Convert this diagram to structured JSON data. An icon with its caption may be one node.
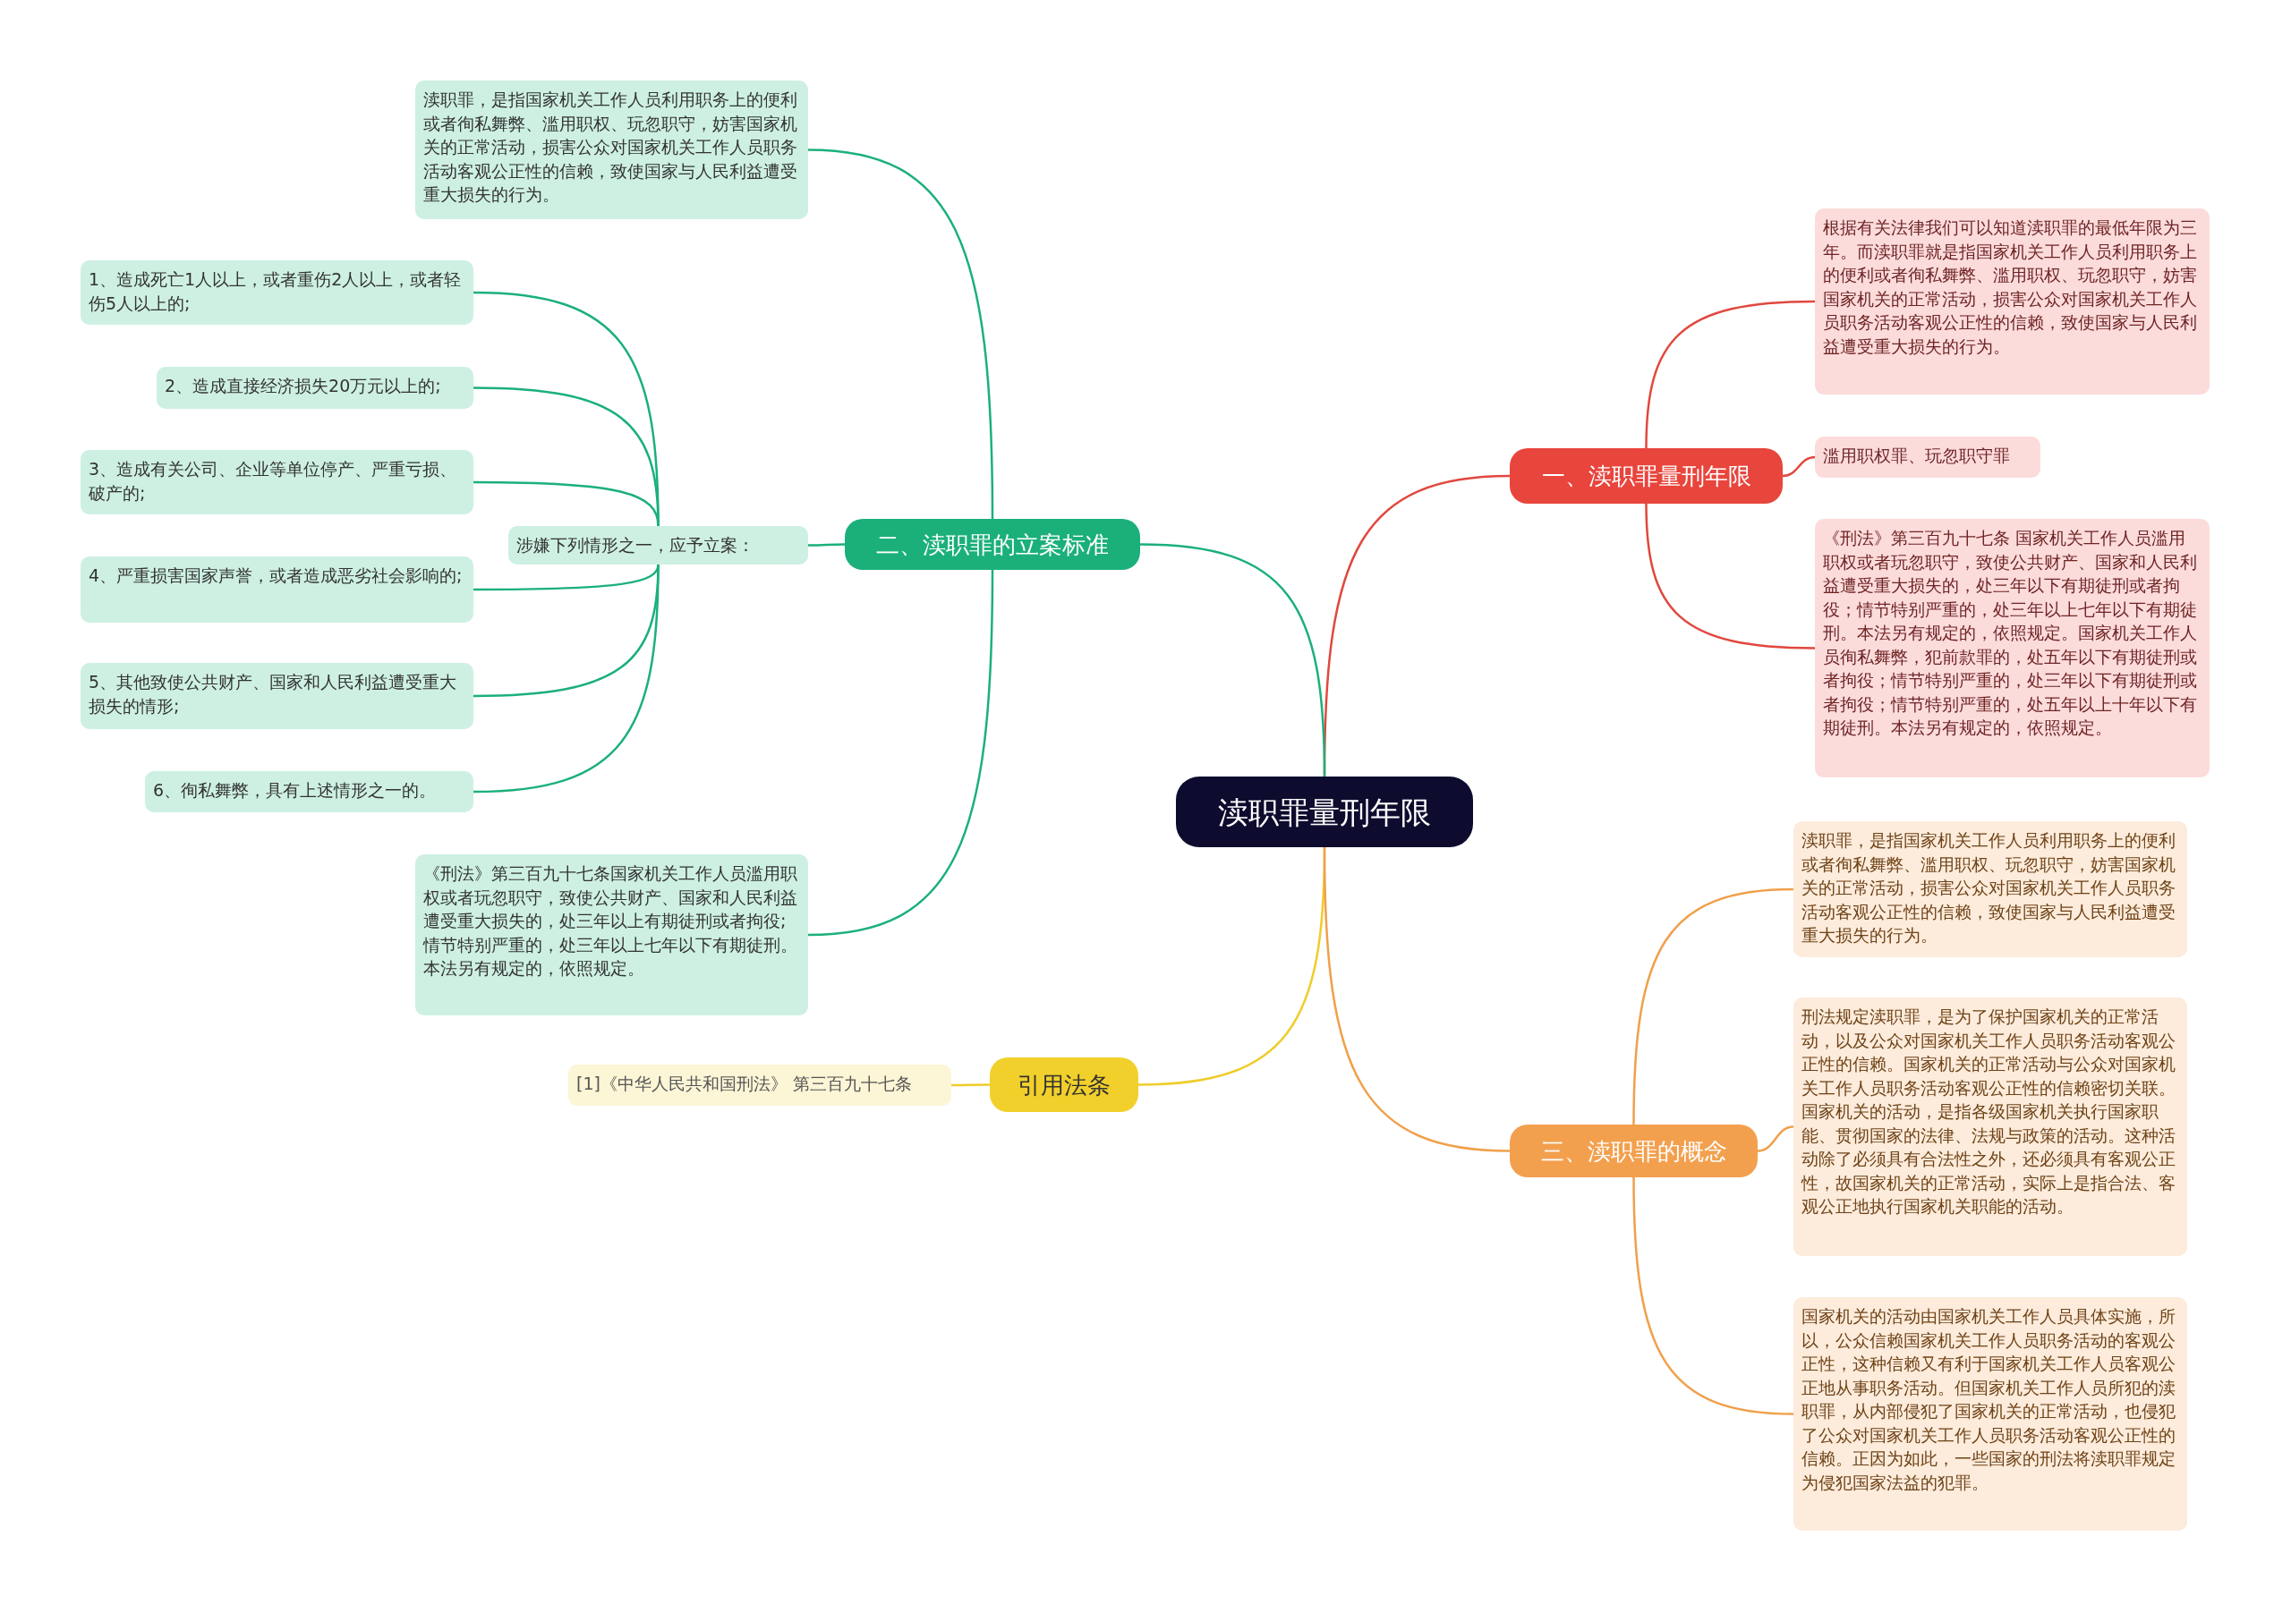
{
  "diagram": {
    "nodes": [
      {
        "text": [
          "渎职罪量刑年限"
        ]
      },
      {
        "text": [
          "一、渎职罪量刑年限"
        ]
      },
      {
        "text": [
          "根据有关法律我们可以知道渎职罪的最低年限为三年。而渎职罪就是指国家机关工作人员利用职务上的便利或者徇私舞弊、滥用职权、玩忽职守，妨害国家机关的正常活动，损害公众对国家机关工作人员职务活动客观公正性的信赖，致使国家与人民利益遭受重大损失的行为。"
        ]
      },
      {
        "text": [
          "滥用职权罪、玩忽职守罪"
        ]
      },
      {
        "text": [
          "《刑法》第三百九十七条 国家机关工作人员滥用职权或者玩忽职守，致使公共财产、国家和人民利益遭受重大损失的，处三年以下有期徒刑或者拘役；情节特别严重的，处三年以上七年以下有期徒刑。本法另有规定的，依照规定。国家机关工作人员徇私舞弊，犯前款罪的，处五年以下有期徒刑或者拘役；情节特别严重的，处三年以下有期徒刑或者拘役；情节特别严重的，处五年以上十年以下有期徒刑。本法另有规定的，依照规定。"
        ]
      },
      {
        "text": [
          "二、渎职罪的立案标准"
        ]
      },
      {
        "text": [
          "渎职罪，是指国家机关工作人员利用职务上的便利或者徇私舞弊、滥用职权、玩忽职守，妨害国家机关的正常活动，损害公众对国家机关工作人员职务活动客观公正性的信赖，致使国家与人民利益遭受重大损失的行为。"
        ]
      },
      {
        "text": [
          "涉嫌下列情形之一，应予立案："
        ]
      },
      {
        "text": [
          "1、造成死亡1人以上，或者重伤2人以上，或者轻伤5人以上的;"
        ]
      },
      {
        "text": [
          "2、造成直接经济损失20万元以上的;"
        ]
      },
      {
        "text": [
          "3、造成有关公司、企业等单位停产、严重亏损、破产的;"
        ]
      },
      {
        "text": [
          "4、严重损害国家声誉，或者造成恶劣社会影响的;"
        ]
      },
      {
        "text": [
          "5、其他致使公共财产、国家和人民利益遭受重大损失的情形;"
        ]
      },
      {
        "text": [
          "6、徇私舞弊，具有上述情形之一的。"
        ]
      },
      {
        "text": [
          "《刑法》第三百九十七条国家机关工作人员滥用职权或者玩忽职守，致使公共财产、国家和人民利益遭受重大损失的，处三年以上有期徒刑或者拘役;情节特别严重的，处三年以上七年以下有期徒刑。本法另有规定的，依照规定。"
        ]
      },
      {
        "text": [
          "引用法条"
        ]
      },
      {
        "text": [
          "[1]《中华人民共和国刑法》 第三百九十七条"
        ]
      },
      {
        "text": [
          "三、渎职罪的概念"
        ]
      },
      {
        "text": [
          "渎职罪，是指国家机关工作人员利用职务上的便利或者徇私舞弊、滥用职权、玩忽职守，妨害国家机关的正常活动，损害公众对国家机关工作人员职务活动客观公正性的信赖，致使国家与人民利益遭受重大损失的行为。"
        ]
      },
      {
        "text": [
          "刑法规定渎职罪，是为了保护国家机关的正常活动，以及公众对国家机关工作人员职务活动客观公正性的信赖。国家机关的正常活动与公众对国家机关工作人员职务活动客观公正性的信赖密切关联。国家机关的活动，是指各级国家机关执行国家职能、贯彻国家的法律、法规与政策的活动。这种活动除了必须具有合法性之外，还必须具有客观公正性，故国家机关的正常活动，实际上是指合法、客观公正地执行国家机关职能的活动。"
        ]
      },
      {
        "text": [
          "国家机关的活动由国家机关工作人员具体实施，所以，公众信赖国家机关工作人员职务活动的客观公正性，这种信赖又有利于国家机关工作人员客观公正地从事职务活动。但国家机关工作人员所犯的渎职罪，从内部侵犯了国家机关的正常活动，也侵犯了公众对国家机关工作人员职务活动客观公正性的信赖。正因为如此，一些国家的刑法将渎职罪规定为侵犯国家法益的犯罪。"
        ]
      }
    ],
    "edges": [
      {
        "from": 0,
        "to": 1,
        "arrow": "none",
        "color": "#e0483e"
      },
      {
        "from": 0,
        "to": 5,
        "arrow": "none"
      },
      {
        "from": 0,
        "to": 15,
        "arrow": "none",
        "color": "#efcc2a"
      },
      {
        "from": 0,
        "to": 17,
        "arrow": "none",
        "color": "#f0a04b"
      },
      {
        "from": 1,
        "to": 2,
        "arrow": "none",
        "color": "#e0483e"
      },
      {
        "from": 1,
        "to": 3,
        "arrow": "none",
        "color": "#e0483e"
      },
      {
        "from": 1,
        "to": 4,
        "arrow": "none",
        "color": "#e0483e"
      },
      {
        "from": 5,
        "to": 6,
        "arrow": "none"
      },
      {
        "from": 5,
        "to": 7,
        "arrow": "none"
      },
      {
        "from": 5,
        "to": 14,
        "arrow": "none"
      },
      {
        "from": 7,
        "to": 8,
        "arrow": "none"
      },
      {
        "from": 7,
        "to": 9,
        "arrow": "none"
      },
      {
        "from": 7,
        "to": 10,
        "arrow": "none"
      },
      {
        "from": 7,
        "to": 11,
        "arrow": "none"
      },
      {
        "from": 7,
        "to": 12,
        "arrow": "none"
      },
      {
        "from": 7,
        "to": 13,
        "arrow": "none"
      },
      {
        "from": 15,
        "to": 16,
        "arrow": "none",
        "color": "#efcc2a"
      },
      {
        "from": 17,
        "to": 18,
        "arrow": "none",
        "color": "#f0a04b"
      },
      {
        "from": 17,
        "to": 19,
        "arrow": "none",
        "color": "#f0a04b"
      },
      {
        "from": 17,
        "to": 20,
        "arrow": "none",
        "color": "#f0a04b"
      }
    ]
  }
}
